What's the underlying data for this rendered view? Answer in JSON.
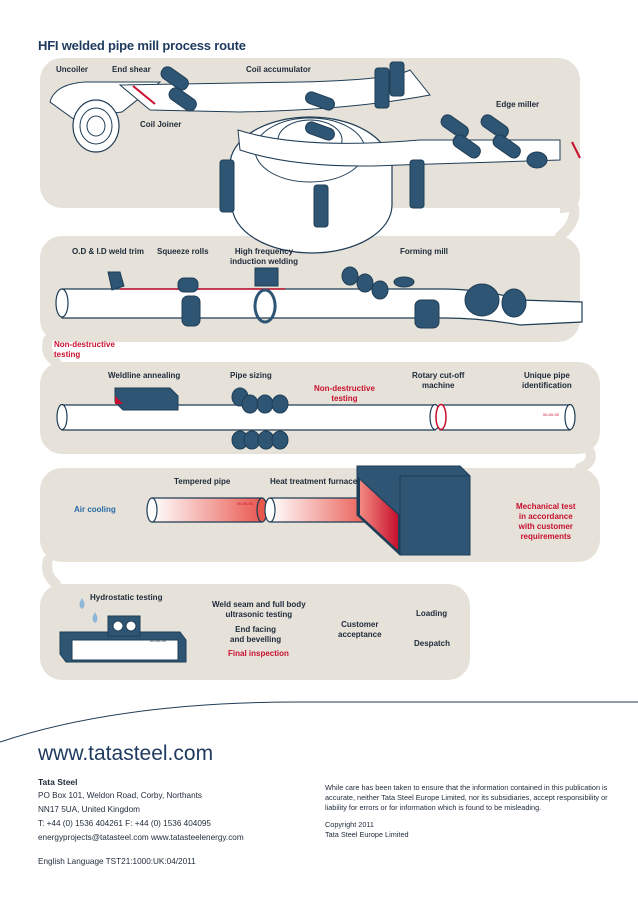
{
  "title": "HFI welded pipe mill process route",
  "labels": {
    "uncoiler": "Uncoiler",
    "end_shear": "End  shear",
    "coil_accumulator": "Coil accumulator",
    "coil_joiner": "Coil Joiner",
    "edge_miller": "Edge miller",
    "od_id_weld_trim": "O.D & I.D weld trim",
    "squeeze_rolls": "Squeeze rolls",
    "hf_welding_1": "High frequency",
    "hf_welding_2": "induction welding",
    "forming_mill": "Forming mill",
    "ndt1_1": "Non-destructive",
    "ndt1_2": "testing",
    "weldline_annealing": "Weldline annealing",
    "pipe_sizing": "Pipe sizing",
    "ndt2_1": "Non-destructive",
    "ndt2_2": "testing",
    "rotary_cutoff_1": "Rotary cut-off",
    "rotary_cutoff_2": "machine",
    "unique_id_1": "Unique pipe",
    "unique_id_2": "identification",
    "pipe_stamp": "00-00-00",
    "tempered_pipe": "Tempered pipe",
    "heat_treatment": "Heat treatment furnace",
    "air_cooling": "Air cooling",
    "mech_test_1": "Mechanical test",
    "mech_test_2": "in accordance",
    "mech_test_3": "with customer",
    "mech_test_4": "requirements",
    "hydrostatic": "Hydrostatic testing",
    "weld_seam_1": "Weld seam and full body",
    "weld_seam_2": "ultrasonic testing",
    "end_facing_1": "End facing",
    "end_facing_2": "and bevelling",
    "final_inspection": "Final inspection",
    "customer_acc_1": "Customer",
    "customer_acc_2": "acceptance",
    "loading": "Loading",
    "despatch": "Despatch"
  },
  "footer": {
    "url": "www.tatasteel.com",
    "company": "Tata Steel",
    "address1": "PO Box 101, Weldon Road,  Corby,  Northants",
    "address2": "NN17 5UA,  United Kingdom",
    "phone": "T: +44 (0) 1536 404261   F: +44 (0) 1536 404095",
    "email": "energyprojects@tatasteel.com   www.tatasteelenergy.com",
    "language": "English Language  TST21:1000:UK:04/2011",
    "disclaimer": "While care has been taken to ensure that the information contained in this publication is accurate, neither Tata Steel Europe Limited, nor its subsidiaries, accept responsibility or liability for errors or for information which is found to be misleading.",
    "copyright1": "Copyright 2011",
    "copyright2": "Tata Steel Europe Limited"
  },
  "colors": {
    "band": "#e6e2d9",
    "roll": "#2e5573",
    "roll_dark": "#1f3d56",
    "accent": "#c8102e",
    "heading": "#1f3a5f",
    "air_cooling": "#2a6aa6"
  }
}
